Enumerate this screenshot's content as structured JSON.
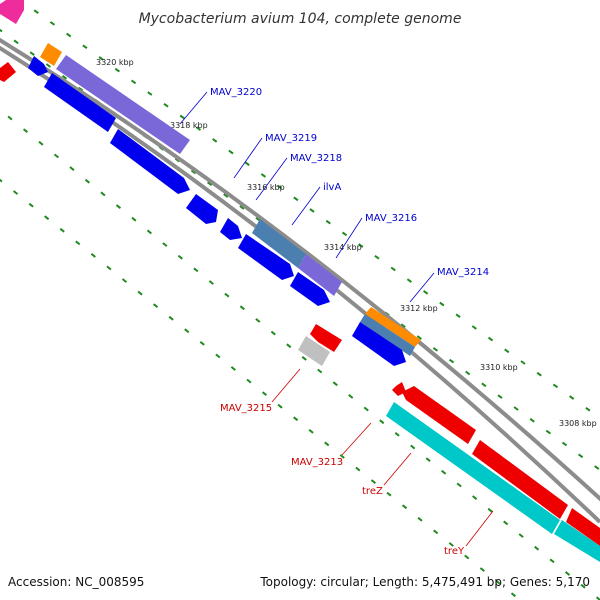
{
  "title": "Mycobacterium avium 104, complete genome",
  "footer": {
    "accession": "Accession: NC_008595",
    "summary": "Topology: circular; Length: 5,475,491 bp; Genes: 5,170"
  },
  "colors": {
    "background": "#ffffff",
    "backbone": "#8c8c8c",
    "tick": "#1e8a1e",
    "forward_label": "#0000cc",
    "reverse_label": "#cc0000",
    "cds_forward": "#0000ee",
    "cds_reverse": "#ee0000",
    "feature_purple": "#7b68d8",
    "feature_steelblue": "#4a7fb0",
    "feature_orange": "#ff8c00",
    "feature_cyan": "#00c8c8",
    "feature_gray": "#c0c0c0",
    "feature_magenta": "#ee2c9c"
  },
  "ticks": [
    "3320 kbp",
    "3318 kbp",
    "3316 kbp",
    "3314 kbp",
    "3312 kbp",
    "3310 kbp",
    "3308 kbp"
  ],
  "forward_labels": [
    "MAV_3220",
    "MAV_3219",
    "MAV_3218",
    "ilvA",
    "MAV_3216",
    "MAV_3214"
  ],
  "reverse_labels": [
    "MAV_3215",
    "MAV_3213",
    "treZ",
    "treY"
  ]
}
